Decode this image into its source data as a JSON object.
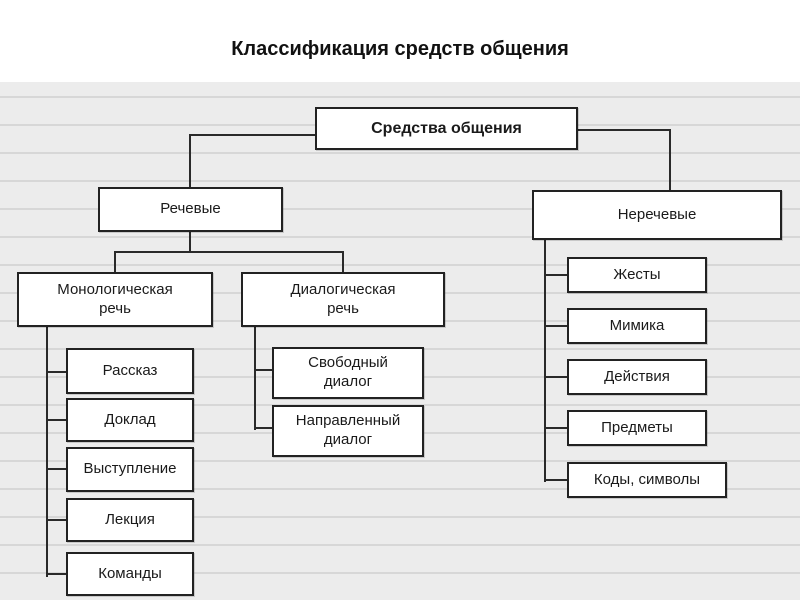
{
  "title": "Классификация средств общения",
  "root": "Средства общения",
  "verbal": {
    "label": "Речевые",
    "monologic": {
      "label": "Монологическая\nречь",
      "items": [
        "Рассказ",
        "Доклад",
        "Выступление",
        "Лекция",
        "Команды"
      ]
    },
    "dialogic": {
      "label": "Диалогическая\nречь",
      "items": [
        "Свободный\nдиалог",
        "Направленный\nдиалог"
      ]
    }
  },
  "nonverbal": {
    "label": "Неречевые",
    "items": [
      "Жесты",
      "Мимика",
      "Действия",
      "Предметы",
      "Коды, символы"
    ]
  }
}
